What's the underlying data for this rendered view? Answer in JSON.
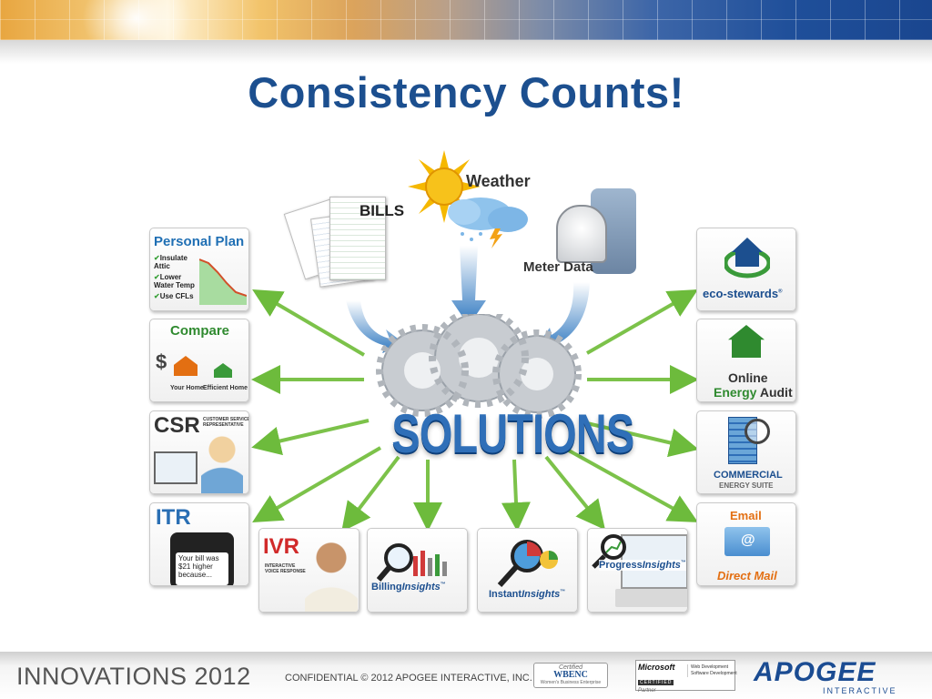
{
  "slide": {
    "title": "Consistency Counts!",
    "center_label": "SOLUTIONS"
  },
  "inputs": {
    "bills": "BILLS",
    "weather": "Weather",
    "meter_data": "Meter Data"
  },
  "left_tiles": {
    "personal_plan": {
      "title": "Personal Plan",
      "items": [
        "Insulate Attic",
        "Lower Water Temp",
        "Use CFLs"
      ]
    },
    "compare": {
      "title": "Compare",
      "currency": "$",
      "your_home": "Your Home",
      "efficient_home": "Efficient Home"
    },
    "csr": {
      "title": "CSR",
      "subtitle": "CUSTOMER SERVICE REPRESENTATIVE"
    },
    "itr": {
      "title": "ITR",
      "message": "Your bill was $21 higher because..."
    }
  },
  "bottom_tiles": {
    "ivr": {
      "title": "IVR",
      "subtitle": "INTERACTIVE VOICE RESPONSE"
    },
    "billing": {
      "prefix": "Billing",
      "suffix": "Insights",
      "tm": "™"
    },
    "instant": {
      "prefix": "Instant",
      "suffix": "Insights",
      "tm": "™"
    },
    "progress": {
      "prefix": "Progress",
      "suffix": "Insights",
      "tm": "™"
    }
  },
  "right_tiles": {
    "eco": {
      "label": "eco-stewards",
      "tm": "®"
    },
    "audit": {
      "line1": "Online",
      "line2a": "Energy",
      "line2b": " Audit"
    },
    "commercial": {
      "line1": "COMMERCIAL",
      "line2": "ENERGY SUITE"
    },
    "email": {
      "line1": "Email",
      "line2": "Direct Mail"
    }
  },
  "footer": {
    "brand": "INNOVATIONS 2012",
    "confidential": "CONFIDENTIAL  © 2012 APOGEE INTERACTIVE, INC.",
    "wbenc_certified": "Certified",
    "wbenc_name": "WBENC",
    "wbenc_desc": "Women's Business Enterprise",
    "ms_name": "Microsoft",
    "ms_cert": "CERTIFIED",
    "ms_partner": "Partner",
    "ms_right1": "Web Development",
    "ms_right2": "Software Development",
    "apogee_name": "APOGEE",
    "apogee_sub": "INTERACTIVE"
  },
  "colors": {
    "title": "#1c4f8f",
    "arrow_green": "#7cc24a",
    "arrow_blue": "#3a7fc1",
    "orange": "#e36f12"
  }
}
